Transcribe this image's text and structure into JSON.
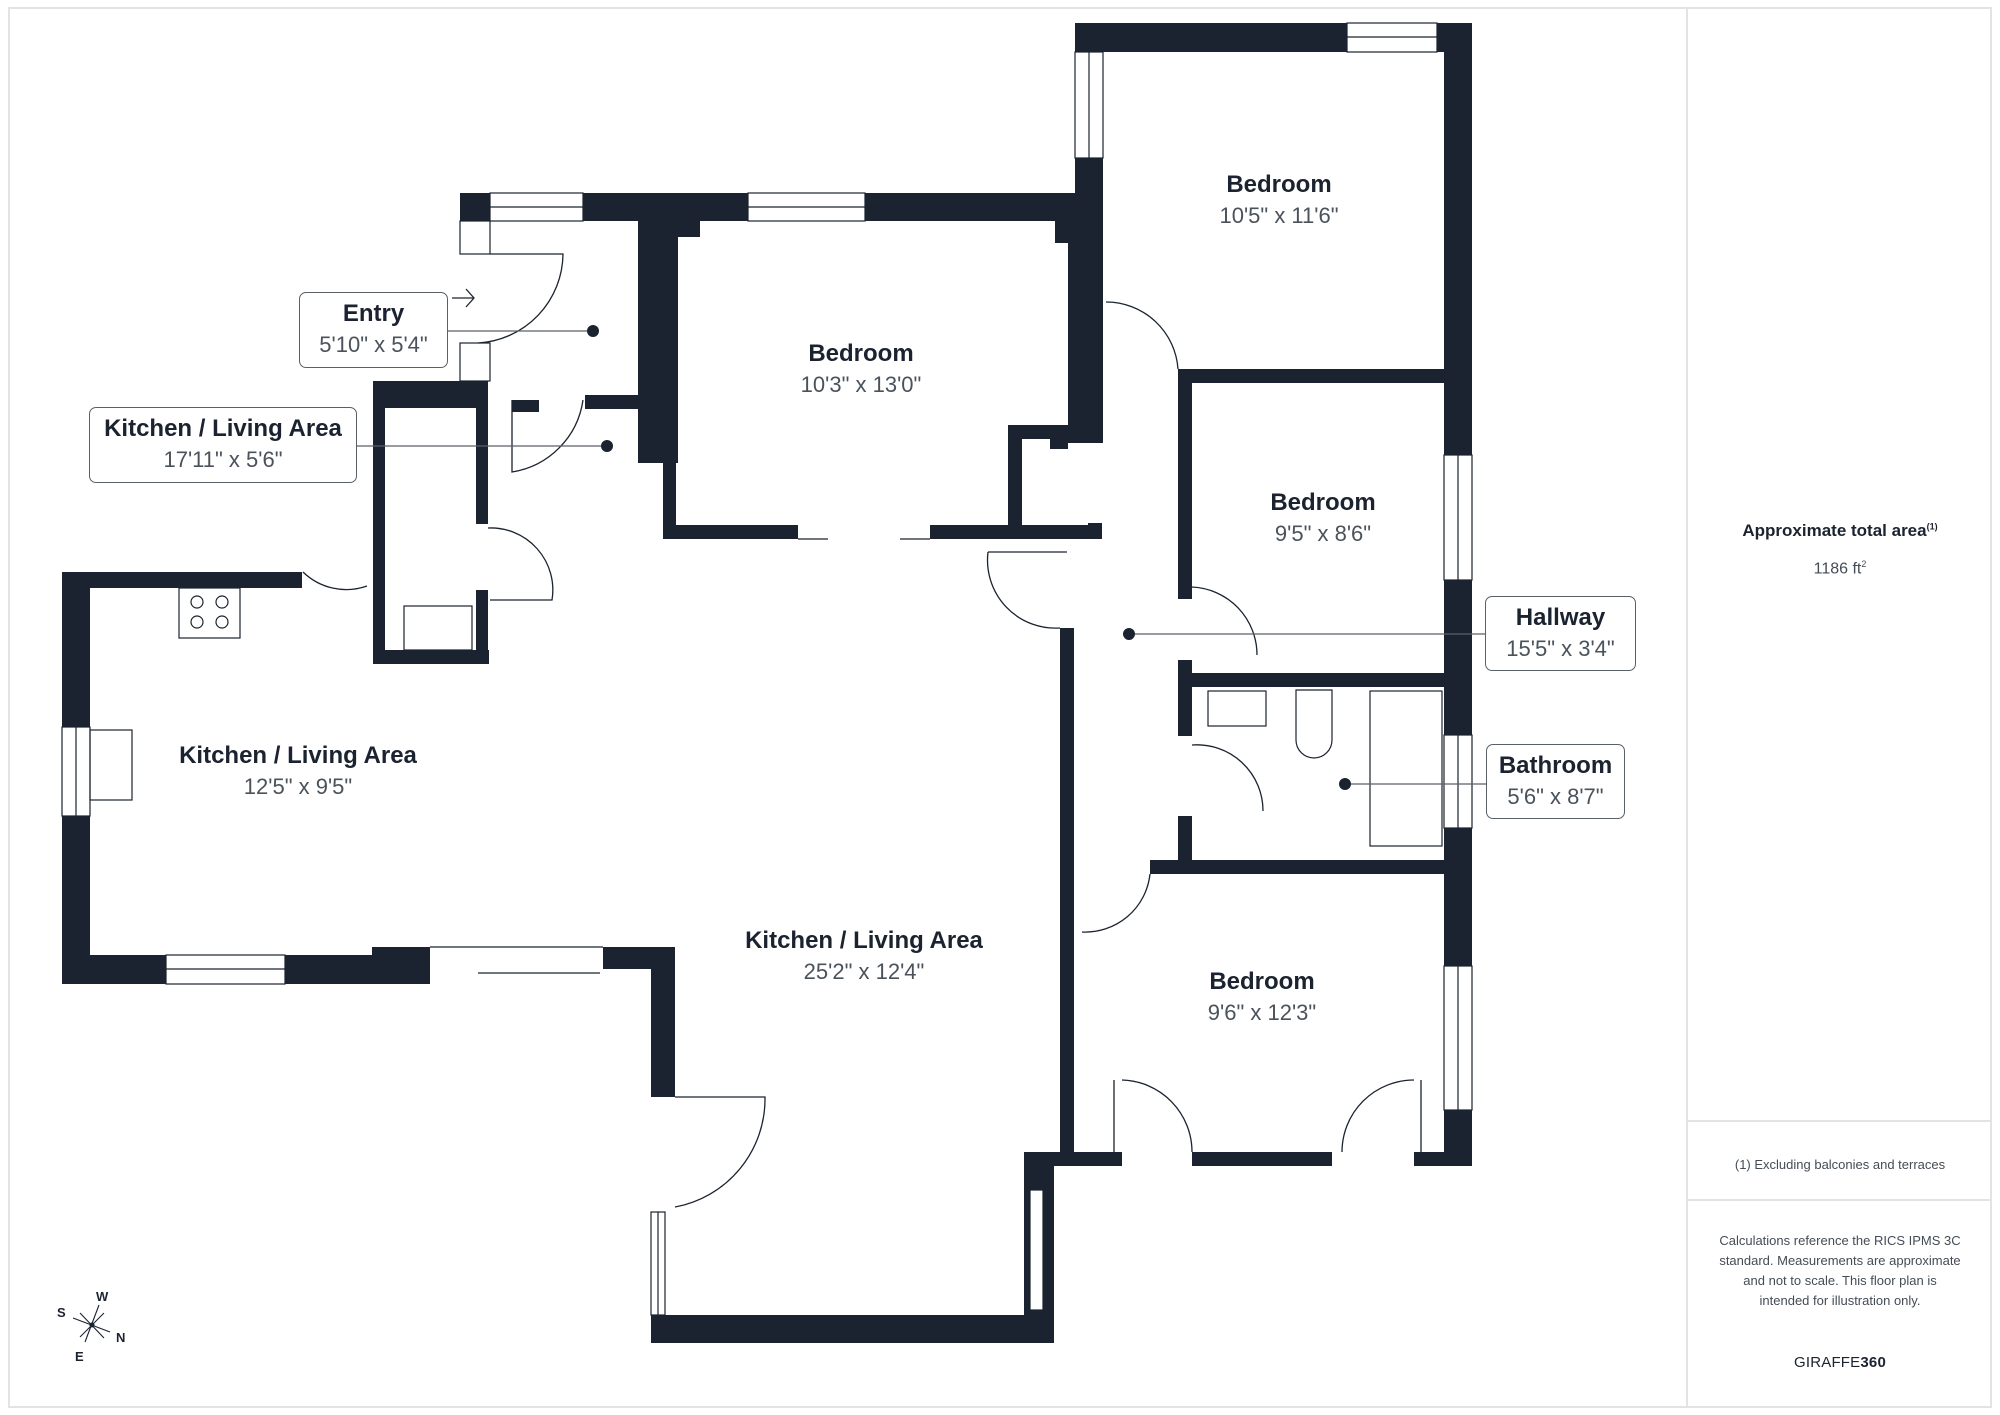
{
  "rooms": [
    {
      "id": "bedroom-top-right",
      "name": "Bedroom",
      "dimensions": "10'5\" x 11'6\""
    },
    {
      "id": "bedroom-center",
      "name": "Bedroom",
      "dimensions": "10'3\" x 13'0\""
    },
    {
      "id": "bedroom-middle-right",
      "name": "Bedroom",
      "dimensions": "9'5\" x 8'6\""
    },
    {
      "id": "bedroom-bottom-right",
      "name": "Bedroom",
      "dimensions": "9'6\" x 12'3\""
    },
    {
      "id": "kitchen-living-left",
      "name": "Kitchen / Living Area",
      "dimensions": "12'5\" x 9'5\""
    },
    {
      "id": "kitchen-living-main",
      "name": "Kitchen / Living Area",
      "dimensions": "25'2\" x 12'4\""
    }
  ],
  "callouts": [
    {
      "id": "entry",
      "name": "Entry",
      "dimensions": "5'10\" x 5'4\""
    },
    {
      "id": "kitchen-living-narrow",
      "name": "Kitchen / Living Area",
      "dimensions": "17'11\" x 5'6\""
    },
    {
      "id": "hallway",
      "name": "Hallway",
      "dimensions": "15'5\" x 3'4\""
    },
    {
      "id": "bathroom",
      "name": "Bathroom",
      "dimensions": "5'6\" x 8'7\""
    }
  ],
  "compass": {
    "n": "N",
    "s": "S",
    "e": "E",
    "w": "W"
  },
  "summary": {
    "area_title": "Approximate total area",
    "area_title_note": "(1)",
    "area_value": "1186 ft",
    "area_unit_sup": "2",
    "footnote": "(1) Excluding balconies and terraces",
    "disclaimer": "Calculations reference the RICS IPMS 3C standard. Measurements are approximate and not to scale. This floor plan is intended for illustration only.",
    "brand_prefix": "GIRAFFE",
    "brand_suffix": "360"
  },
  "colors": {
    "wall": "#1b2330",
    "text_secondary": "#4a525b",
    "border": "#e3e3e3"
  }
}
